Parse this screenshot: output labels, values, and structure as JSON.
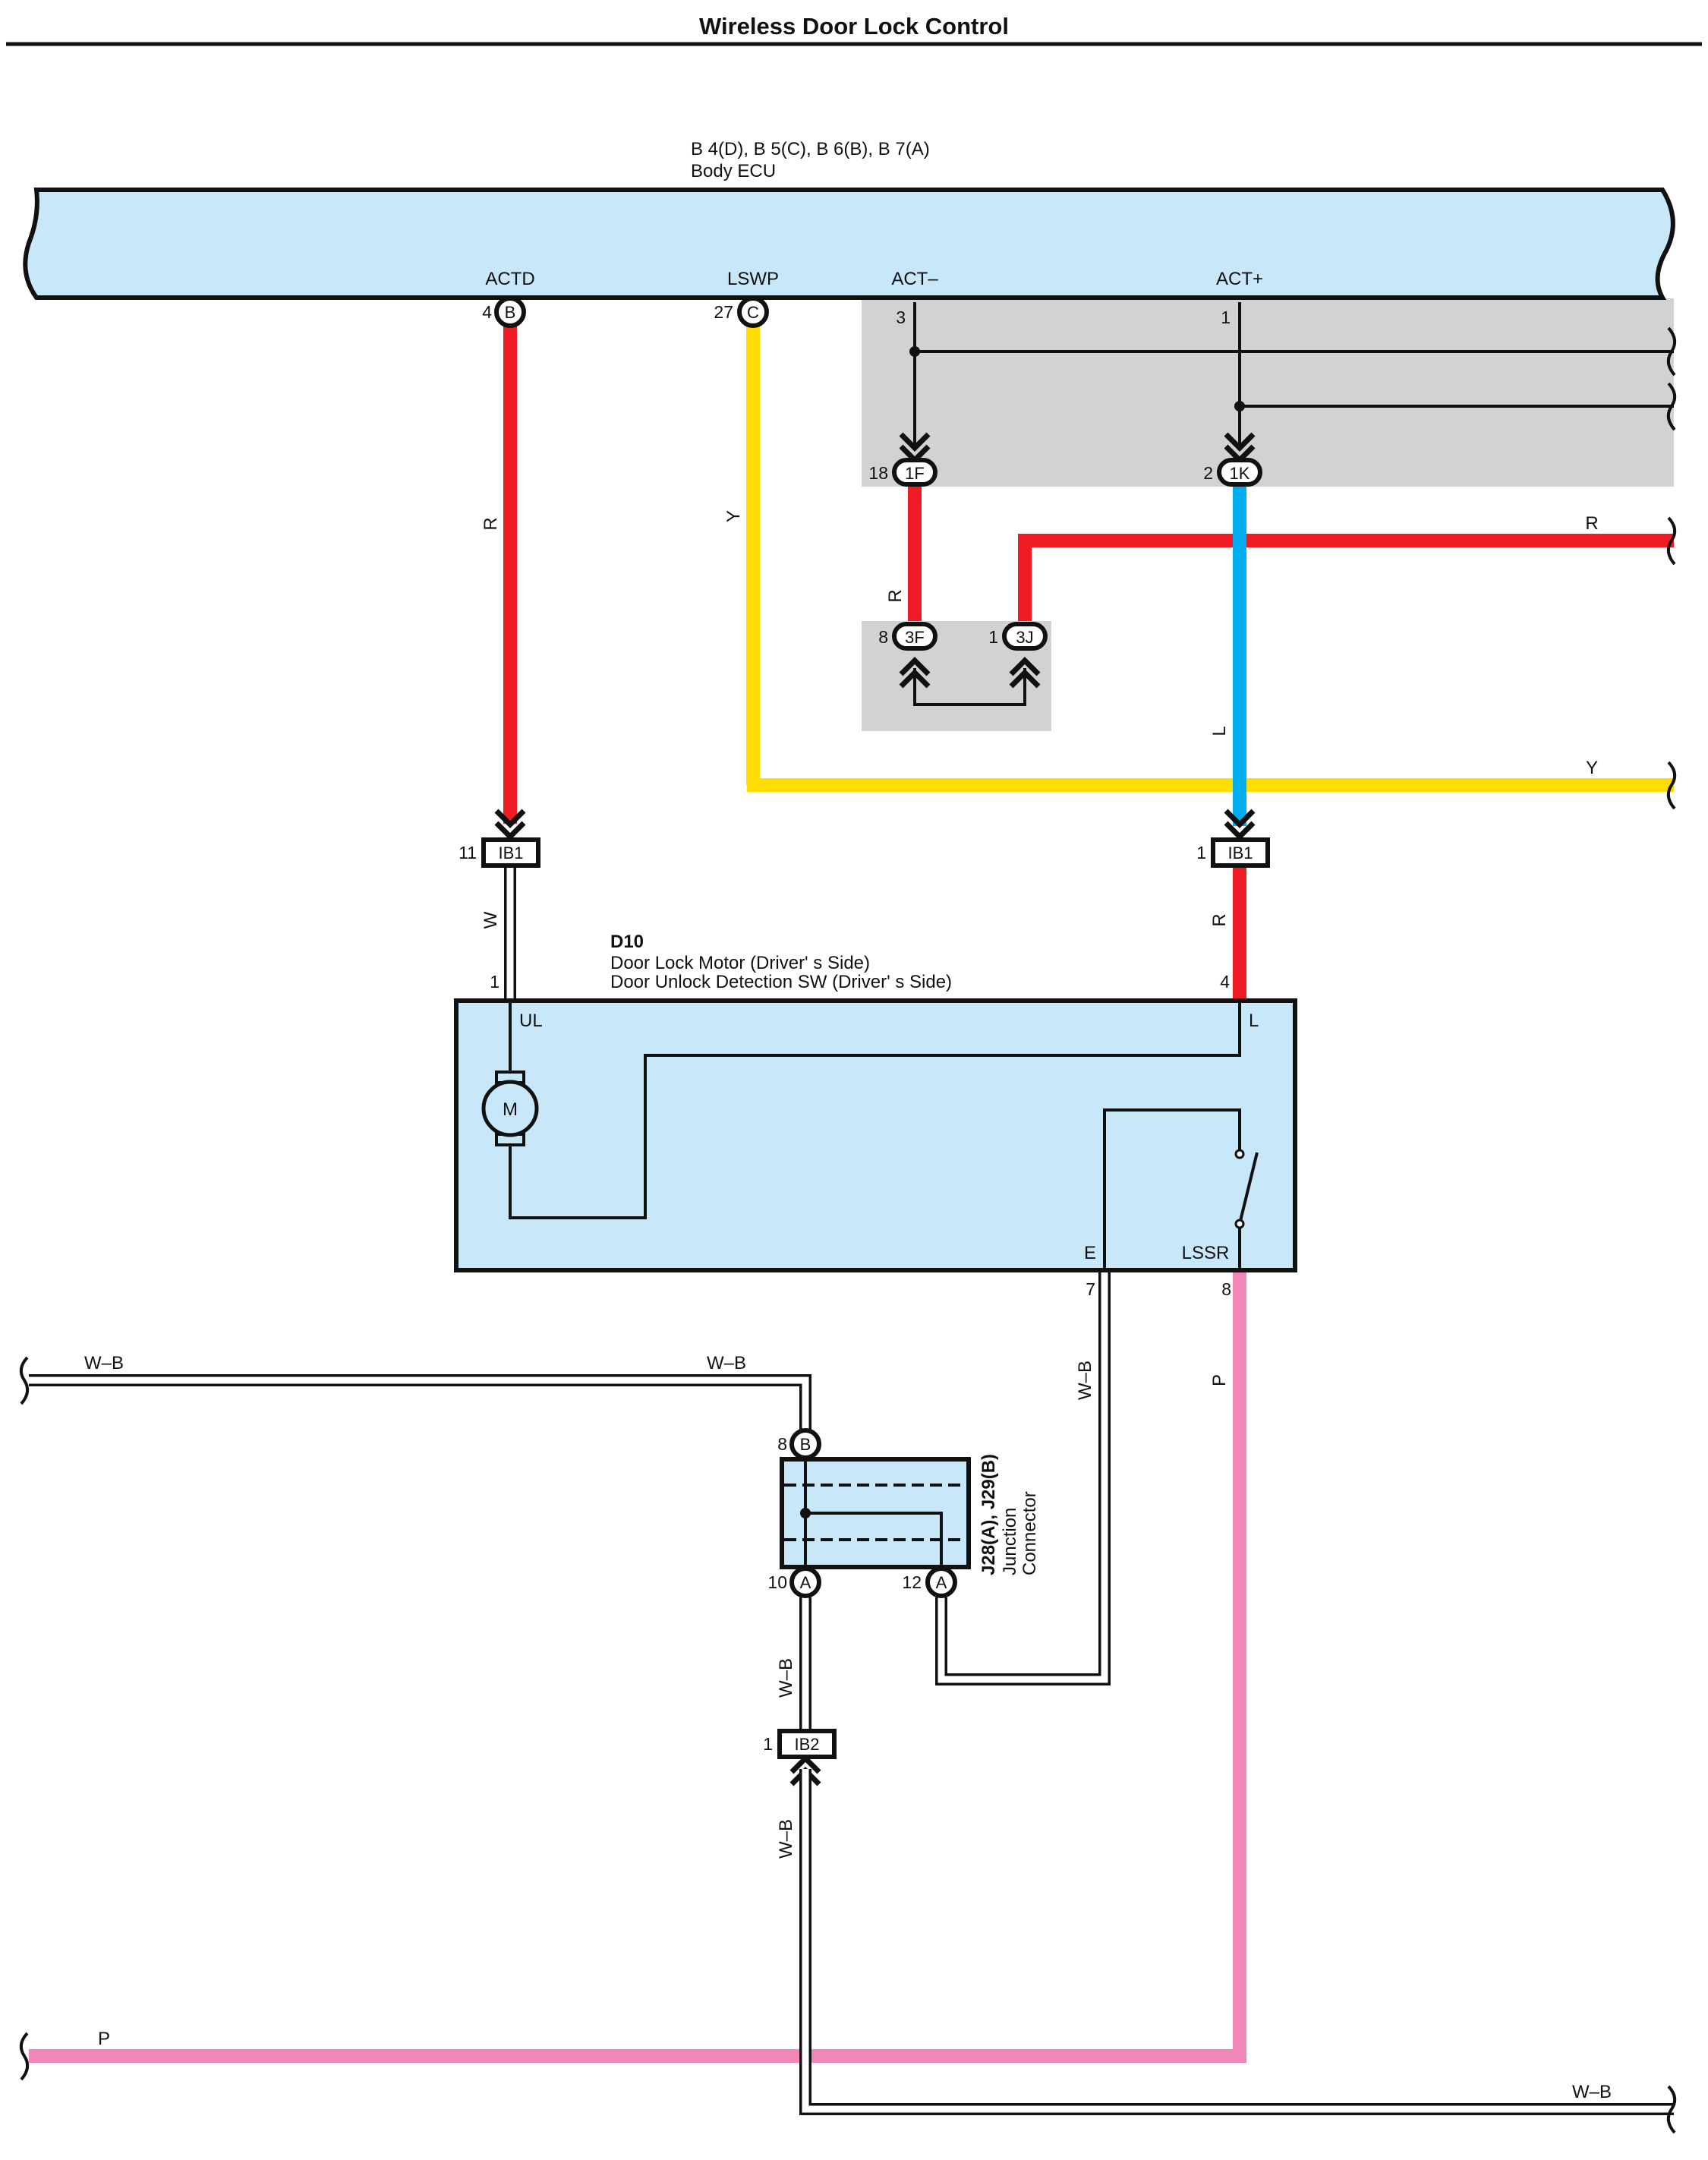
{
  "title": "Wireless Door Lock Control",
  "colors": {
    "R": "#ee1c24",
    "Y": "#ffdd00",
    "L": "#00aeef",
    "P": "#f087b8",
    "W": "#ffffff",
    "W-B": "#ffffff",
    "ecu_fill": "#c8e8fa",
    "junction_fill": "#d0d2d3",
    "line": "#111111"
  },
  "ecu": {
    "codes": "B 4(D), B 5(C), B 6(B), B 7(A)",
    "name": "Body ECU",
    "terminals": {
      "actd": {
        "label": "ACTD",
        "pin": "4",
        "cavity": "B"
      },
      "lswp": {
        "label": "LSWP",
        "pin": "27",
        "cavity": "C"
      },
      "act_minus": {
        "label": "ACT–",
        "pin": "3"
      },
      "act_plus": {
        "label": "ACT+",
        "pin": "1"
      }
    }
  },
  "junction_block": {
    "conn_1f": {
      "code": "1F",
      "pin": "18"
    },
    "conn_1k": {
      "code": "1K",
      "pin": "2"
    },
    "conn_3f": {
      "code": "3F",
      "pin": "8"
    },
    "conn_3j": {
      "code": "3J",
      "pin": "1"
    }
  },
  "connectors": {
    "ib1_left": {
      "code": "IB1",
      "pin": "11"
    },
    "ib1_right": {
      "code": "IB1",
      "pin": "1"
    },
    "ib2": {
      "code": "IB2",
      "pin": "1"
    }
  },
  "door_lock": {
    "code": "D10",
    "name1": "Door Lock Motor (Driver'  s Side)",
    "name2": "Door Unlock Detection SW (Driver'  s Side)",
    "motor_symbol": "M",
    "terminals": {
      "ul": {
        "label": "UL",
        "pin": "1"
      },
      "l": {
        "label": "L",
        "pin": "4"
      },
      "e": {
        "label": "E",
        "pin": "7"
      },
      "lssr": {
        "label": "LSSR",
        "pin": "8"
      }
    }
  },
  "junction_connector": {
    "codes": "J28(A), J29(B)",
    "name1": "Junction",
    "name2": "Connector",
    "pin_top": {
      "pin": "8",
      "cavity": "B"
    },
    "pin_bl": {
      "pin": "10",
      "cavity": "A"
    },
    "pin_br": {
      "pin": "12",
      "cavity": "A"
    }
  },
  "wires": {
    "actd": "R",
    "lswp": "Y",
    "r_short": "R",
    "r_right": "R",
    "l_wire": "L",
    "y_right": "Y",
    "w_motor": "W",
    "r_l": "R",
    "wb_top_left": "W–B",
    "wb_top_mid": "W–B",
    "wb_e": "W–B",
    "p_lssr": "P",
    "wb_j10": "W–B",
    "wb_ib2": "W–B",
    "p_bottom": "P",
    "wb_bottom": "W–B"
  }
}
